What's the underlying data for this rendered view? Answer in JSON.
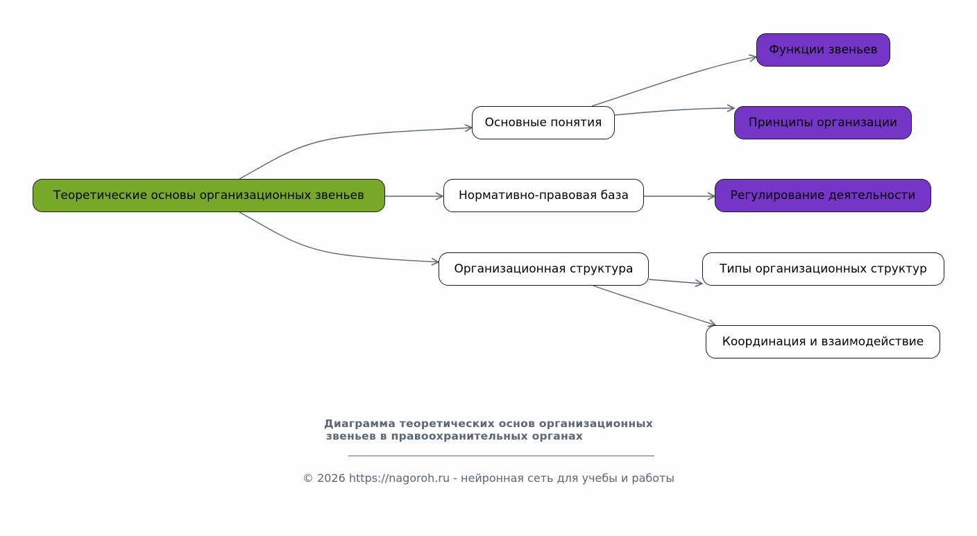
{
  "diagram": {
    "nodes": [
      {
        "id": "root",
        "label": "Теоретические основы организационных звеньев",
        "style": "green"
      },
      {
        "id": "n1",
        "label": "Основные понятия",
        "style": "white"
      },
      {
        "id": "n2",
        "label": "Нормативно-правовая база",
        "style": "white"
      },
      {
        "id": "n3",
        "label": "Организационная структура",
        "style": "white"
      },
      {
        "id": "n1a",
        "label": "Функции звеньев",
        "style": "purple"
      },
      {
        "id": "n1b",
        "label": "Принципы организации",
        "style": "purple"
      },
      {
        "id": "n2a",
        "label": "Регулирование деятельности",
        "style": "purple"
      },
      {
        "id": "n3a",
        "label": "Типы организационных структур",
        "style": "white"
      },
      {
        "id": "n3b",
        "label": "Координация и взаимодействие",
        "style": "white"
      }
    ],
    "edges": [
      {
        "from": "root",
        "to": "n1"
      },
      {
        "from": "root",
        "to": "n2"
      },
      {
        "from": "root",
        "to": "n3"
      },
      {
        "from": "n1",
        "to": "n1a"
      },
      {
        "from": "n1",
        "to": "n1b"
      },
      {
        "from": "n2",
        "to": "n2a"
      },
      {
        "from": "n3",
        "to": "n3a"
      },
      {
        "from": "n3",
        "to": "n3b"
      }
    ],
    "colors": {
      "root": "#78a82a",
      "leaf_highlight": "#7535c6",
      "edge": "#5b6776",
      "text_muted": "#5b6776"
    }
  },
  "caption": {
    "title_line1": "Диаграмма теоретических основ организационных",
    "title_line2": "звеньев в правоохранительных органах",
    "footer": "© 2026 https://nagoroh.ru - нейронная сеть для учебы и работы"
  }
}
